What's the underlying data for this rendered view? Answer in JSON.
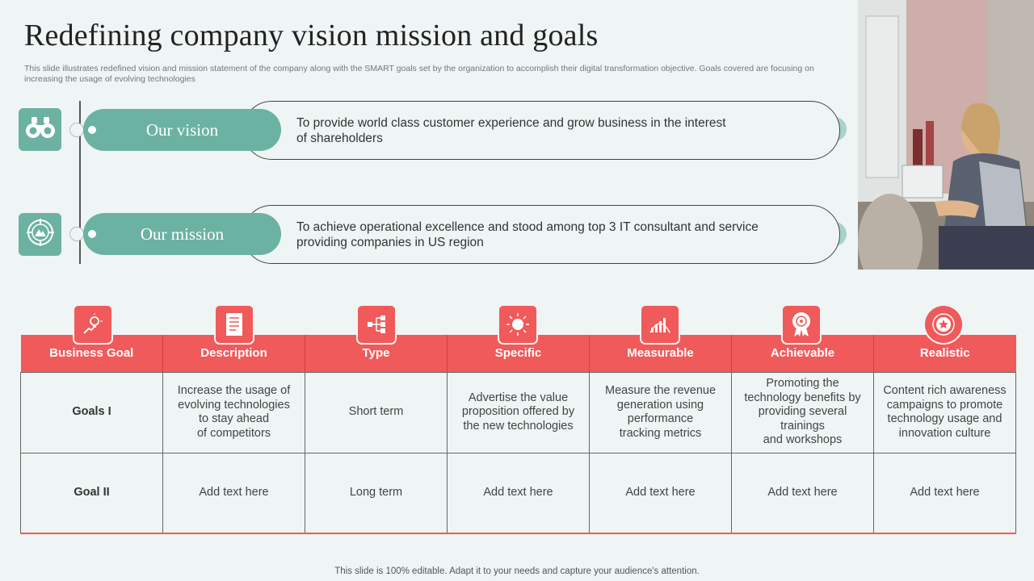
{
  "title": "Redefining company vision mission and goals",
  "subtitle": "This slide illustrates redefined vision and mission statement of the company along with the SMART  goals set by the organization to accomplish their digital transformation objective. Goals covered are focusing on increasing the usage of evolving technologies",
  "vision": {
    "label": "Our vision",
    "icon": "binoculars-icon",
    "statement_line1": "To provide world class customer experience and grow business in the interest",
    "statement_line2": "of shareholders"
  },
  "mission": {
    "label": "Our mission",
    "icon": "target-icon",
    "statement_line1": "To achieve operational excellence and stood among  top 3 IT consultant and service",
    "statement_line2": "providing companies in US region"
  },
  "table": {
    "headers": [
      "Business Goal",
      "Description",
      "Type",
      "Specific",
      "Measurable",
      "Achievable",
      "Realistic"
    ],
    "header_icons": [
      "lightbulb-growth-icon",
      "document-icon",
      "hierarchy-icon",
      "sun-target-icon",
      "gauge-icon",
      "award-icon",
      "star-badge-icon"
    ],
    "rows": [
      {
        "goal": "Goals I",
        "description": [
          "Increase the usage of",
          "evolving technologies",
          "to stay ahead",
          "of competitors"
        ],
        "type": "Short term",
        "specific": [
          "Advertise the value",
          "proposition offered by",
          "the new technologies"
        ],
        "measurable": [
          "Measure the revenue",
          "generation using",
          "performance",
          "tracking metrics"
        ],
        "achievable": [
          "Promoting the",
          "technology benefits by",
          "providing several",
          "trainings",
          "and workshops"
        ],
        "realistic": [
          "Content rich awareness",
          "campaigns to promote",
          "technology usage and",
          "innovation culture"
        ]
      },
      {
        "goal": "Goal II",
        "description": [
          "Add text here"
        ],
        "type": "Long term",
        "specific": [
          "Add text here"
        ],
        "measurable": [
          "Add text here"
        ],
        "achievable": [
          "Add text here"
        ],
        "realistic": [
          "Add text here"
        ]
      }
    ]
  },
  "footer": "This slide is 100% editable. Adapt it to your needs and capture your audience's attention.",
  "colors": {
    "teal": "#6bb2a3",
    "red": "#f15a5a",
    "background": "#eef5f4"
  }
}
